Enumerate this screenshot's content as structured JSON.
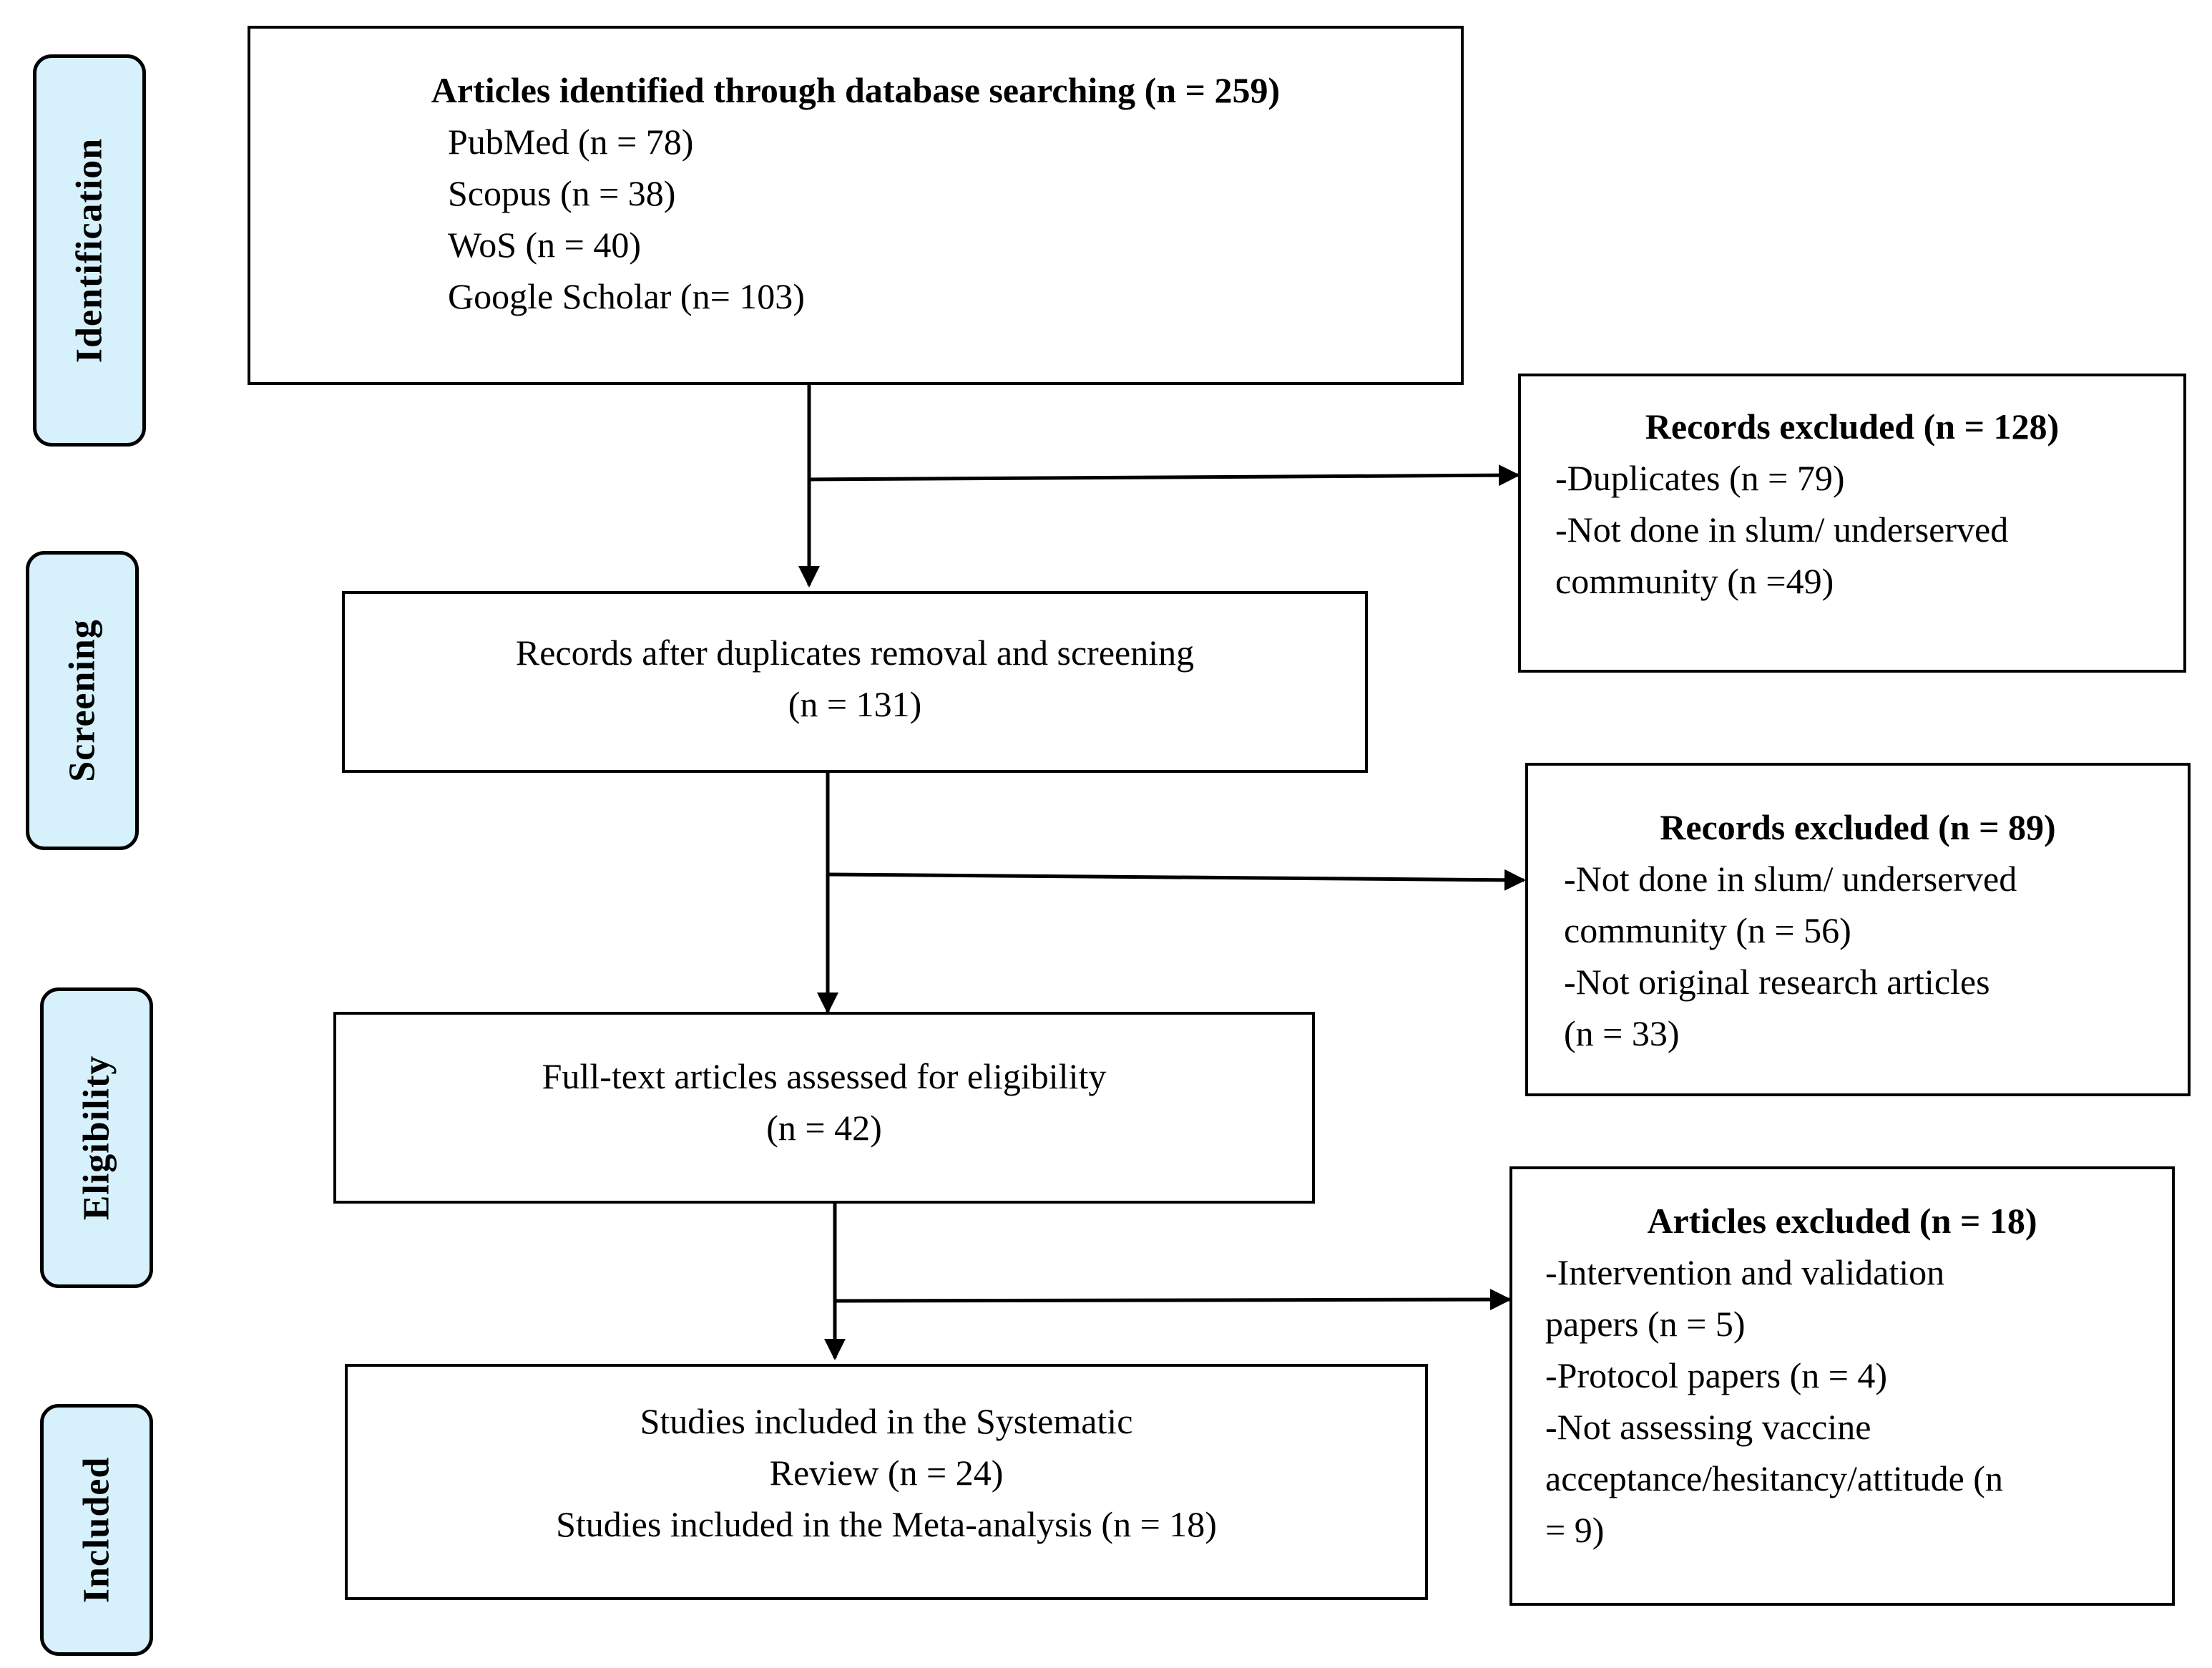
{
  "stages": {
    "identification": "Identification",
    "screening": "Screening",
    "eligibility": "Eligibility",
    "included": "Included"
  },
  "identified": {
    "title": "Articles identified through database searching (n = 259)",
    "pubmed": "PubMed (n = 78)",
    "scopus": "Scopus (n = 38)",
    "wos": "WoS (n = 40)",
    "google_scholar": "Google Scholar (n= 103)"
  },
  "excluded_1": {
    "title": "Records excluded (n = 128)",
    "line1": "-Duplicates (n = 79)",
    "line2": "-Not done in slum/ underserved",
    "line3": "community (n =49)"
  },
  "screened": {
    "line1": "Records after duplicates removal  and screening",
    "line2": "(n = 131)"
  },
  "excluded_2": {
    "title": "Records excluded (n = 89)",
    "line1": "-Not done in slum/ underserved",
    "line2": "community  (n = 56)",
    "line3": "-Not original research articles",
    "line4": "(n = 33)"
  },
  "eligible": {
    "line1": "Full-text articles assessed for eligibility",
    "line2": "(n = 42)"
  },
  "excluded_3": {
    "title": "Articles excluded (n = 18)",
    "line1": "-Intervention and validation",
    "line2": "papers (n = 5)",
    "line3": "-Protocol papers (n = 4)",
    "line4": "-Not assessing  vaccine",
    "line5": "acceptance/hesitancy/attitude (n",
    "line6": "= 9)"
  },
  "included": {
    "line1": "Studies included in the Systematic",
    "line2": "Review (n = 24)",
    "line3": "Studies included in the Meta-analysis (n = 18)"
  }
}
